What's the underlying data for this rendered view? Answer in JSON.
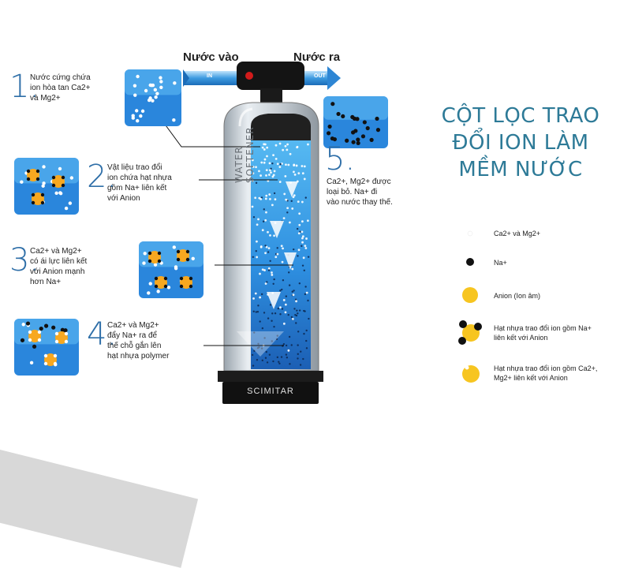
{
  "title": {
    "line1": "CỘT LỌC TRAO",
    "line2": "ĐỔI ION LÀM",
    "line3": "MỀM NƯỚC"
  },
  "flow": {
    "in_label": "Nước vào",
    "out_label": "Nước ra",
    "in_tag": "IN",
    "out_tag": "OUT"
  },
  "tank": {
    "vertical_label": "WATER SOFTENER",
    "base_label": "SCIMITAR"
  },
  "steps": [
    {
      "number": "1.",
      "text": [
        "Nước cứng chứa",
        "ion hòa tan Ca2+",
        "và Mg2+"
      ]
    },
    {
      "number": "2.",
      "text": [
        "Vật liệu trao đổi",
        "ion chứa hạt nhựa",
        "gồm Na+ liên kết",
        "với Anion"
      ]
    },
    {
      "number": "3.",
      "text": [
        "Ca2+ và Mg2+",
        "có ái lực liên kết",
        "với Anion mạnh",
        "hơn Na+"
      ]
    },
    {
      "number": "4.",
      "text": [
        "Ca2+ và Mg2+",
        "đẩy Na+ ra để",
        "thế chỗ gắn lên",
        "hạt nhựa polymer"
      ]
    },
    {
      "number": "5.",
      "text": [
        "Ca2+, Mg2+ được",
        "loại bỏ. Na+ đi",
        "vào nước thay thế."
      ]
    }
  ],
  "legend": [
    {
      "text": [
        "Ca2+ và Mg2+"
      ]
    },
    {
      "text": [
        "Na+"
      ]
    },
    {
      "text": [
        "Anion (Ion âm)"
      ]
    },
    {
      "text": [
        "Hạt nhựa trao đổi ion gồm Na+",
        "liên kết với Anion"
      ]
    },
    {
      "text": [
        "Hạt nhựa trao đổi ion gồm Ca2+,",
        "Mg2+ liên kết với Anion"
      ]
    }
  ],
  "colors": {
    "accent": "#2d7a97",
    "water": "#2196f3",
    "anion": "#f7c520",
    "na": "#111111"
  }
}
